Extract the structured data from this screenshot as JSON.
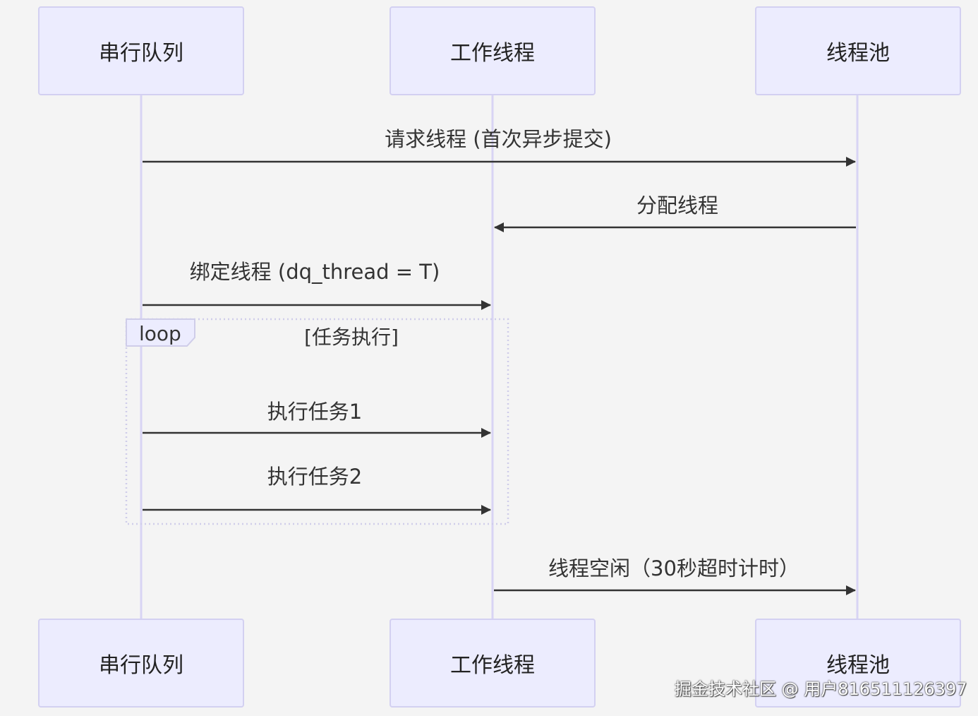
{
  "participants": [
    "串行队列",
    "工作线程",
    "线程池"
  ],
  "messages": [
    "请求线程 (首次异步提交)",
    "分配线程",
    "绑定线程 (dq_thread = T)",
    "执行任务1",
    "执行任务2",
    "线程空闲（30秒超时计时）"
  ],
  "loop": {
    "keyword": "loop",
    "condition": "[任务执行]"
  },
  "watermark": "掘金技术社区 @ 用户816511126397",
  "colors": {
    "background": "#f4f4f4",
    "actor_fill": "#ececfe",
    "actor_border": "#d3d0f1",
    "lifeline": "#d8d4f4",
    "arrow": "#333333"
  }
}
